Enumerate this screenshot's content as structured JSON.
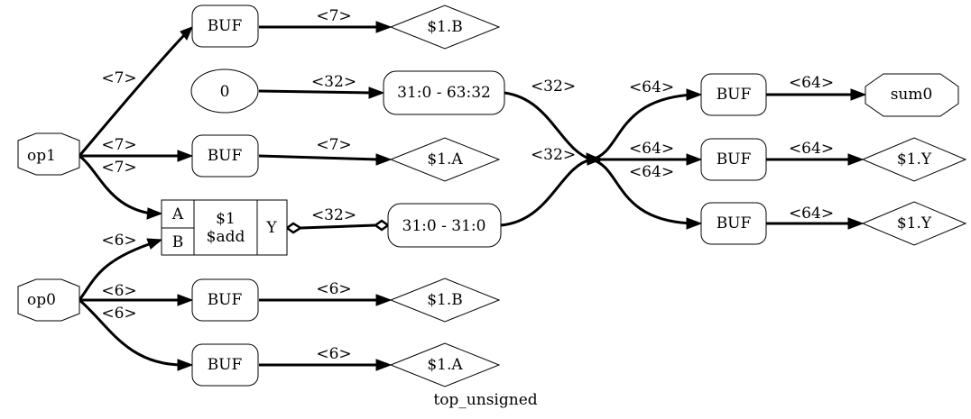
{
  "graph": {
    "caption": "top_unsigned"
  },
  "ports": {
    "op1": "op1",
    "op0": "op0",
    "sum0": "sum0"
  },
  "const": {
    "zero": "0"
  },
  "slices": {
    "high": "31:0 - 63:32",
    "low": "31:0 - 31:0"
  },
  "buf_label": "BUF",
  "adder": {
    "id": "$1",
    "type": "$add",
    "port_a": "A",
    "port_b": "B",
    "port_y": "Y"
  },
  "terms": {
    "b_top": "$1.B",
    "a_mid": "$1.A",
    "y_mid": "$1.Y",
    "y_low": "$1.Y",
    "b_low": "$1.B",
    "a_bot": "$1.A"
  },
  "widths": {
    "w7": "<7>",
    "w6": "<6>",
    "w32": "<32>",
    "w64": "<64>"
  }
}
